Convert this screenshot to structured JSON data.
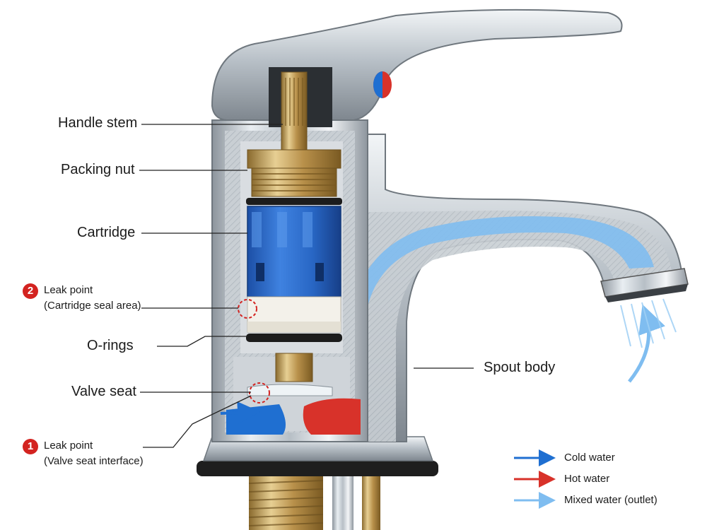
{
  "labels": {
    "handle_stem": "Handle stem",
    "packing_nut": "Packing nut",
    "cartridge": "Cartridge",
    "leak2_num": "2",
    "leak2_title": "Leak point",
    "leak2_sub": "(Cartridge seal area)",
    "o_rings": "O-rings",
    "valve_seat": "Valve seat",
    "leak1_num": "1",
    "leak1_title": "Leak point",
    "leak1_sub": "(Valve seat interface)",
    "spout_body": "Spout body"
  },
  "legend": {
    "cold": "Cold water",
    "hot": "Hot water",
    "mixed": "Mixed water (outlet)"
  },
  "colors": {
    "cold": "#1f6fd1",
    "hot": "#d8322a",
    "mixed": "#7fbdf0",
    "leak": "#d32320"
  }
}
